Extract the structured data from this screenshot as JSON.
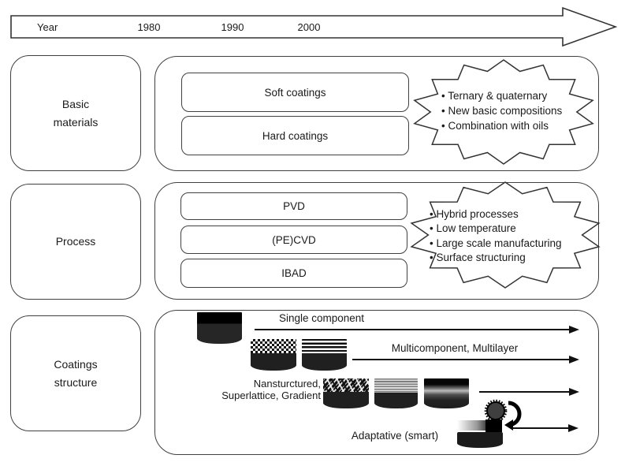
{
  "colors": {
    "ink": "#1a1a1a",
    "line": "#333333",
    "paper": "#ffffff"
  },
  "timeline": {
    "label": "Year",
    "ticks": [
      "1980",
      "1990",
      "2000"
    ]
  },
  "row_basic": {
    "title_lines": [
      "Basic",
      "materials"
    ],
    "boxes": [
      "Soft coatings",
      "Hard coatings"
    ],
    "burst_items": [
      "• Ternary & quaternary",
      "• New basic compositions",
      "• Combination with oils"
    ]
  },
  "row_process": {
    "title": "Process",
    "boxes": [
      "PVD",
      "(PE)CVD",
      "IBAD"
    ],
    "burst_items": [
      "• Hybrid processes",
      "• Low temperature",
      "• Large scale manufacturing",
      "• Surface structuring"
    ]
  },
  "row_structure": {
    "title_lines": [
      "Coatings",
      "structure"
    ],
    "arrow_labels": {
      "single": "Single component",
      "multi": "Multicomponent, Multilayer",
      "nano_lines": [
        "Nansturctured,",
        "Superlattice, Gradient"
      ],
      "adaptive": "Adaptative (smart)"
    }
  }
}
